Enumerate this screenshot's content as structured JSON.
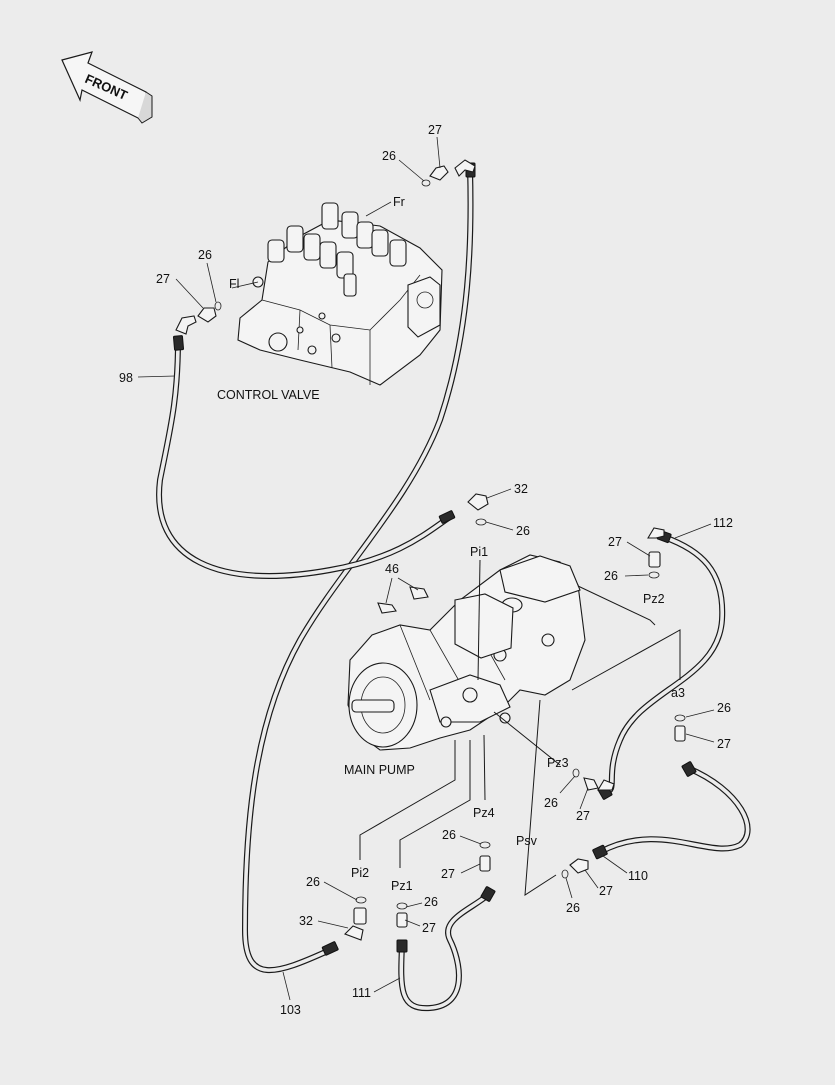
{
  "diagram": {
    "front_label": "FRONT",
    "components": {
      "control_valve": "CONTROL VALVE",
      "main_pump": "MAIN PUMP"
    },
    "ports": {
      "fr": "Fr",
      "fl": "Fl",
      "pi1": "Pi1",
      "pz2": "Pz2",
      "a3": "a3",
      "pz3": "Pz3",
      "pz4": "Pz4",
      "psv": "Psv",
      "pi2": "Pi2",
      "pz1": "Pz1"
    },
    "callouts": {
      "c27_top": "27",
      "c26_top": "26",
      "c26_cv": "26",
      "c27_cv": "27",
      "c98": "98",
      "c32_pi1": "32",
      "c26_pi1": "26",
      "c112": "112",
      "c27_pz2": "27",
      "c26_pz2": "26",
      "c46": "46",
      "c26_a3": "26",
      "c27_a3": "27",
      "c26_pz3": "26",
      "c27_pz3": "27",
      "c26_pz4": "26",
      "c27_pz4": "27",
      "c110": "110",
      "c27_psv": "27",
      "c26_psv": "26",
      "c26_pi2": "26",
      "c32_pi2": "32",
      "c26_pz1": "26",
      "c27_pz1": "27",
      "c111": "111",
      "c103": "103"
    }
  }
}
